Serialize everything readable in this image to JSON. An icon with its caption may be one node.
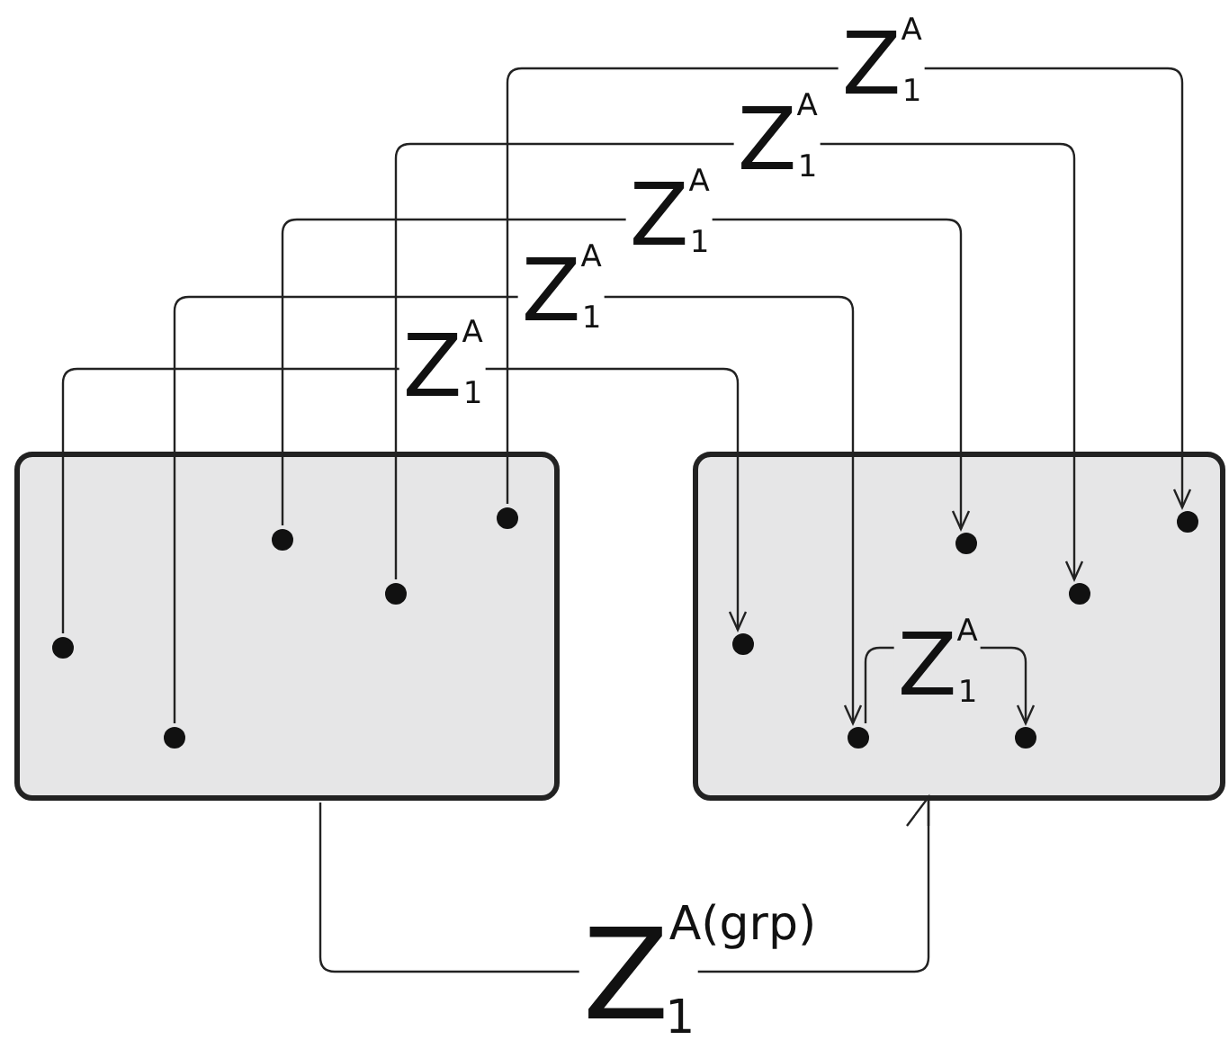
{
  "diagram": {
    "nodes": [
      {
        "text": [],
        "shape": "box"
      },
      {
        "text": [],
        "shape": "circle",
        "in": 0
      },
      {
        "text": [],
        "shape": "circle",
        "in": 0
      },
      {
        "text": [],
        "shape": "circle",
        "in": 0
      },
      {
        "text": [],
        "shape": "circle",
        "in": 0
      },
      {
        "text": [],
        "shape": "circle",
        "in": 0
      },
      {
        "text": [],
        "shape": "box"
      },
      {
        "text": [],
        "shape": "circle",
        "in": 6
      },
      {
        "text": [],
        "shape": "circle",
        "in": 6
      },
      {
        "text": [],
        "shape": "circle",
        "in": 6
      },
      {
        "text": [],
        "shape": "circle",
        "in": 6
      },
      {
        "text": [],
        "shape": "circle",
        "in": 6
      },
      {
        "text": [],
        "shape": "circle",
        "in": 6
      }
    ],
    "edges": [
      {
        "from": 1,
        "to": 7,
        "arrow": "to",
        "label": "Z$^{A}$$_{1}$"
      },
      {
        "from": 2,
        "to": 8,
        "arrow": "to",
        "label": "Z$^{A}$$_{1}$"
      },
      {
        "from": 3,
        "to": 9,
        "arrow": "to",
        "label": "Z$^{A}$$_{1}$"
      },
      {
        "from": 4,
        "to": 11,
        "arrow": "to",
        "label": "Z$^{A}$$_{1}$"
      },
      {
        "from": 5,
        "to": 12,
        "arrow": "to",
        "label": "Z$^{A}$$_{1}$"
      },
      {
        "from": 8,
        "to": 10,
        "arrow": "to",
        "label": "Z$^{A}$$_{1}$"
      },
      {
        "from": 0,
        "to": 6,
        "arrow": "to",
        "label": "Z$^{A(grp)}$$_{1}$"
      }
    ]
  }
}
